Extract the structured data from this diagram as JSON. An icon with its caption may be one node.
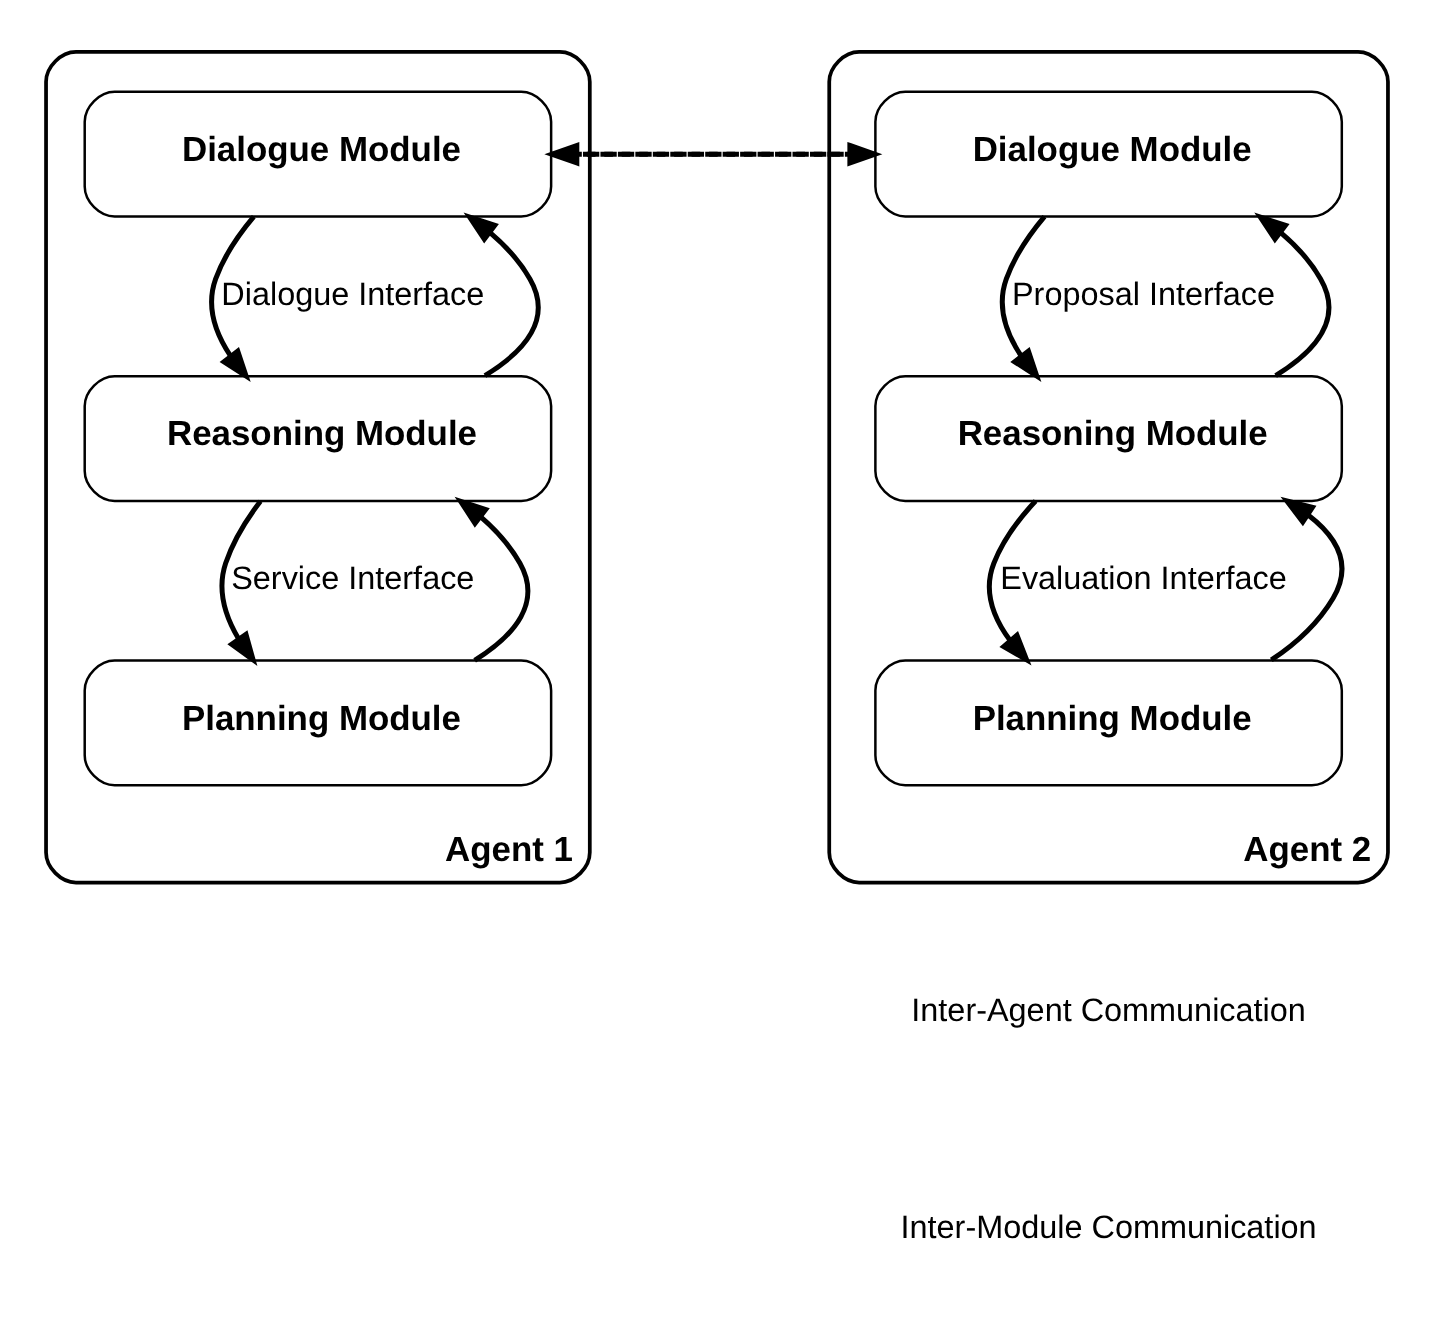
{
  "diagram": {
    "nodes": [
      {
        "text": [
          "Agent 1"
        ]
      },
      {
        "text": [
          "Dialogue Module"
        ],
        "in": 0
      },
      {
        "text": [
          "Reasoning Module"
        ],
        "in": 0
      },
      {
        "text": [
          "Planning Module"
        ],
        "in": 0
      },
      {
        "text": [
          "Agent 2"
        ]
      },
      {
        "text": [
          "Dialogue Module"
        ],
        "in": 4
      },
      {
        "text": [
          "Reasoning Module"
        ],
        "in": 4
      },
      {
        "text": [
          "Planning Module"
        ],
        "in": 4
      }
    ],
    "edges": [
      {
        "from": 1,
        "to": 5,
        "arrow": "to",
        "style": "dashed"
      },
      {
        "from": 5,
        "to": 1,
        "arrow": "to",
        "style": "dashed"
      },
      {
        "from": 2,
        "to": 1,
        "arrow": "to"
      },
      {
        "from": 1,
        "to": 2,
        "arrow": "to",
        "label": "Dialogue Interface"
      },
      {
        "from": 3,
        "to": 2,
        "arrow": "to"
      },
      {
        "from": 2,
        "to": 3,
        "arrow": "to",
        "label": "Service Interface"
      },
      {
        "from": 6,
        "to": 5,
        "arrow": "to"
      },
      {
        "from": 5,
        "to": 6,
        "arrow": "to",
        "label": "Proposal Interface"
      },
      {
        "from": 7,
        "to": 6,
        "arrow": "to"
      },
      {
        "from": 6,
        "to": 7,
        "arrow": "to",
        "label": "Evaluation Interface"
      }
    ],
    "legend": [
      {
        "text": "Inter-Agent Communication"
      },
      {
        "text": "Inter-Module Communication"
      }
    ]
  }
}
